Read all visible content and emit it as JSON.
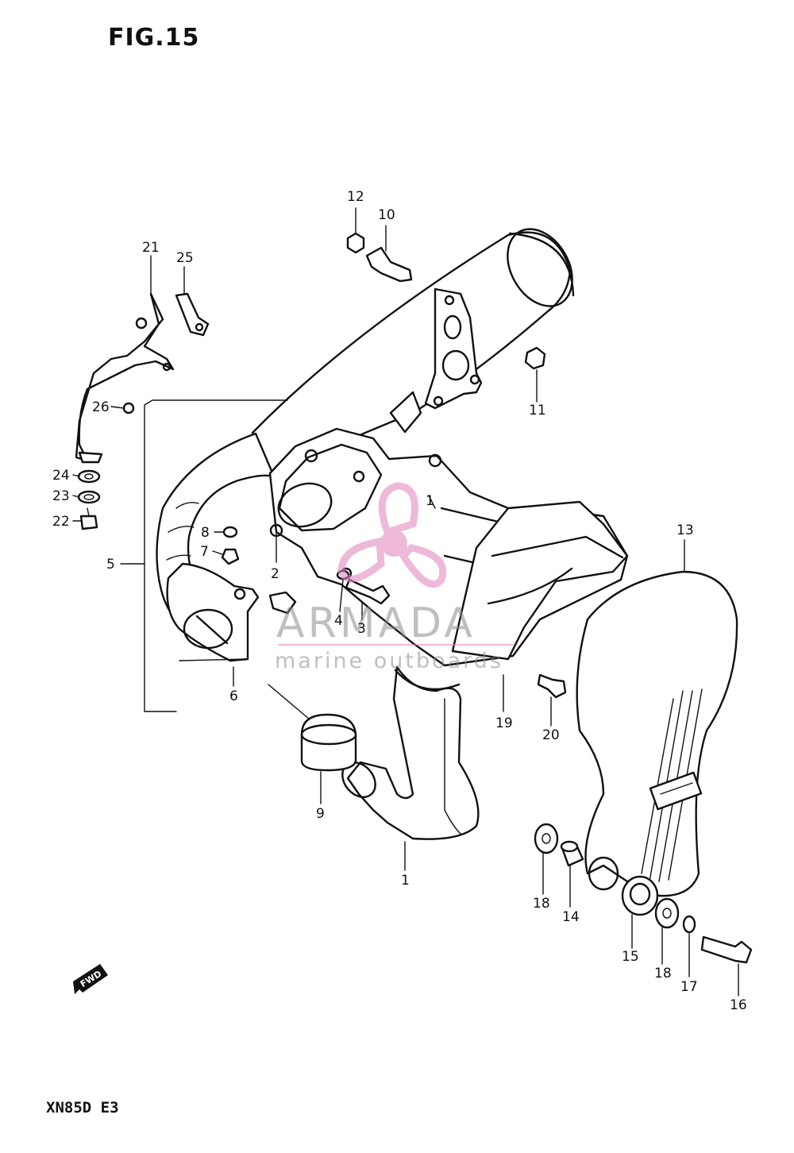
{
  "figure_label": "FIG.15",
  "model_label": "XN85D  E3",
  "fwd_label": "FWD",
  "watermark": {
    "brand": "ARMADA",
    "tagline": "marine outboards",
    "accent_color": "#e48bc0",
    "text_color": "#8a8a8a"
  },
  "callouts": [
    "1",
    "1",
    "2",
    "3",
    "4",
    "5",
    "6",
    "7",
    "8",
    "9",
    "10",
    "11",
    "12",
    "13",
    "14",
    "15",
    "16",
    "17",
    "18",
    "18",
    "19",
    "20",
    "21",
    "22",
    "23",
    "24",
    "25",
    "26"
  ]
}
